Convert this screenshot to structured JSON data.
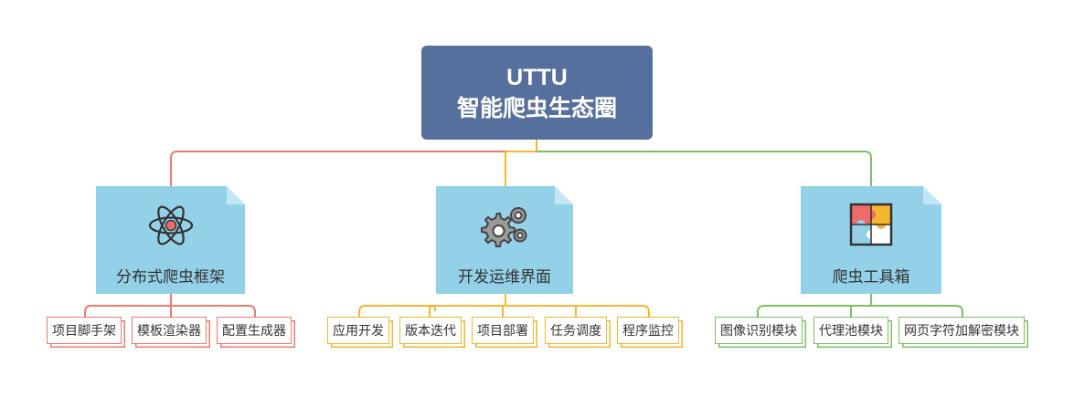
{
  "root": {
    "line1": "UTTU",
    "line2": "智能爬虫生态圈"
  },
  "branches": [
    {
      "label": "分布式爬虫框架",
      "icon": "atom-icon",
      "color": "#ef7a6c",
      "leaves": [
        "项目脚手架",
        "模板渲染器",
        "配置生成器"
      ]
    },
    {
      "label": "开发运维界面",
      "icon": "gears-icon",
      "color": "#f2b630",
      "leaves": [
        "应用开发",
        "版本迭代",
        "项目部署",
        "任务调度",
        "程序监控"
      ]
    },
    {
      "label": "爬虫工具箱",
      "icon": "puzzle-icon",
      "color": "#7cc063",
      "leaves": [
        "图像识别模块",
        "代理池模块",
        "网页字符加解密模块"
      ]
    }
  ],
  "colors": {
    "root_bg": "#56709e",
    "branch_bg": "#93d1e8"
  }
}
